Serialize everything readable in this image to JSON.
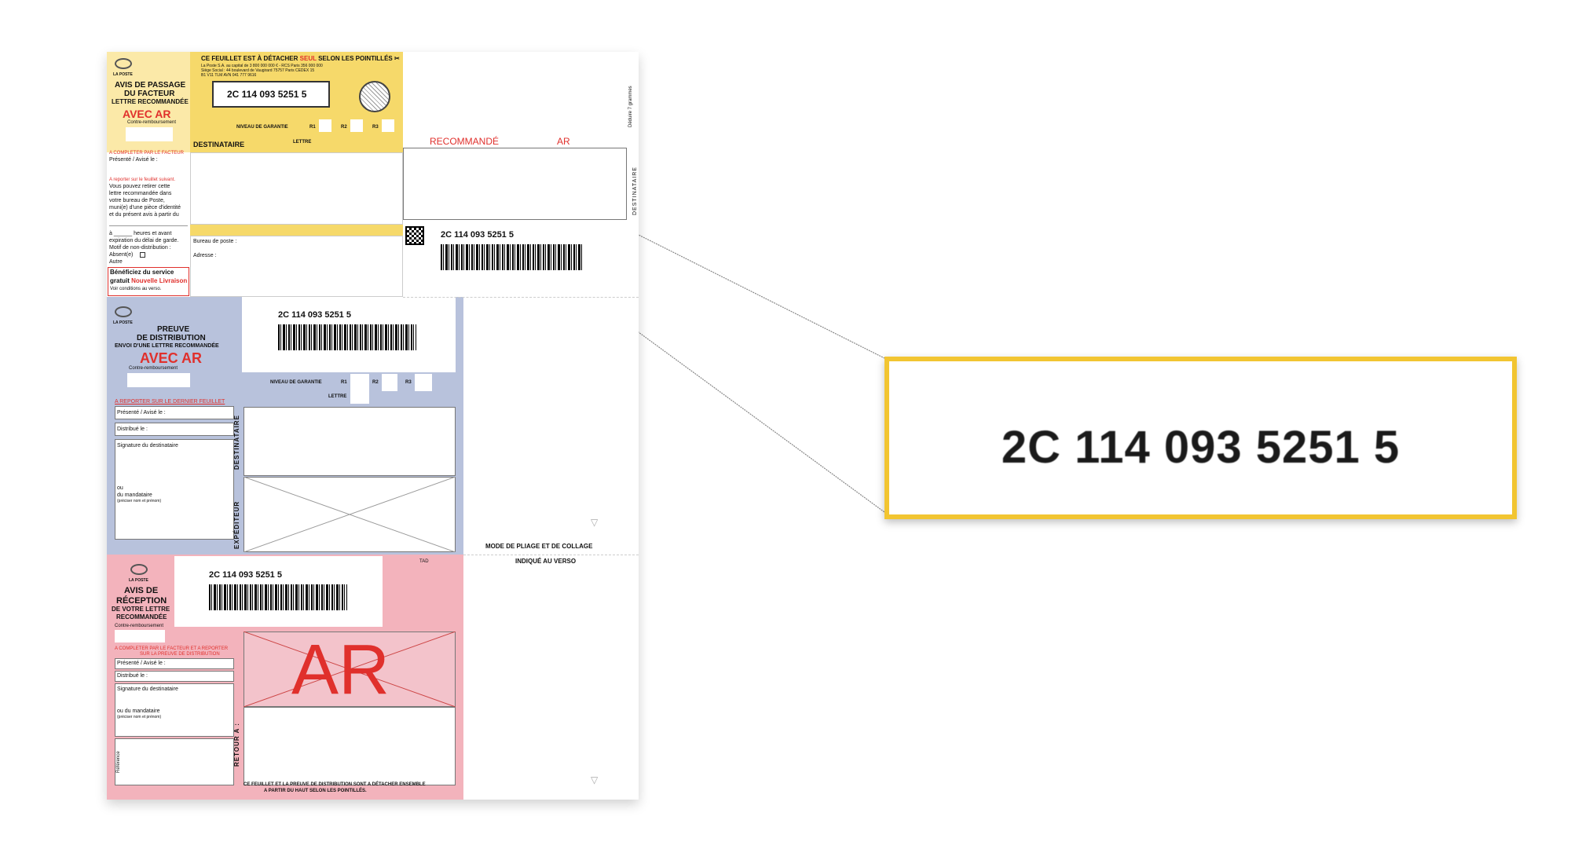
{
  "tracking_number": "2C 114 093 5251 5",
  "zoom": {
    "value": "2C 114 093 5251 5"
  },
  "colors": {
    "yellow": "#f6d96a",
    "blue": "#b8c2dc",
    "pink": "#f3b3bc",
    "red": "#e0302c",
    "zoom_border": "#f2c531"
  },
  "section1": {
    "brand": "LA POSTE",
    "title_line1": "AVIS DE PASSAGE",
    "title_line2": "DU FACTEUR",
    "title_line3": "LETTRE RECOMMANDÉE",
    "avec_ar": "AVEC AR",
    "contre_remboursement": "Contre-remboursement",
    "detach_notice_part1": "CE FEUILLET EST À DÉTACHER ",
    "detach_notice_seul": "SEUL",
    "detach_notice_part2": " SELON LES POINTILLÉS",
    "company_line1": "La Poste S.A. au capital de 3 800 000 000 € - RCS Paris 356 000 000",
    "company_line2": "Siège Social : 44 boulevard de Vaugirard 75757 Paris CEDEX 15",
    "company_line3": "B1 V11 TLM AVN 041 777 9616",
    "tracking": "2C 114 093 5251 5",
    "niveau_garantie": "NIVEAU DE GARANTIE",
    "r1": "R1",
    "r2": "R2",
    "r3": "R3",
    "destinataire": "DESTINATAIRE",
    "lettre": "LETTRE",
    "a_completer": "A COMPLETER PAR LE FACTEUR",
    "presente_avise": "Présenté / Avisé le :",
    "a_reporter": "A reporter sur le feuillet suivant.",
    "instructions_l1": "Vous pouvez retirer cette",
    "instructions_l2": "lettre recommandée dans",
    "instructions_l3": "votre bureau de Poste,",
    "instructions_l4": "muni(e) d'une pièce d'identité",
    "instructions_l5": "et du présent avis à partir du",
    "heures_l1": "à ______ heures et avant",
    "heures_l2": "expiration du délai de garde.",
    "motif": "Motif de non-distribution :",
    "absent": "Absent(e)",
    "autre": "Autre",
    "bureau_poste": "Bureau de poste :",
    "adresse": "Adresse :",
    "beneficiez": "Bénéficiez du service",
    "gratuit": "gratuit",
    "nouvelle_livraison": "Nouvelle Livraison",
    "voir_conditions": "Voir conditions au verso."
  },
  "right_panel": {
    "recommande": "RECOMMANDÉ",
    "ar": "AR",
    "destinataire_vertical": "DESTINATAIRE",
    "deduire": "Déduire 7 grammes",
    "tracking": "2C 114 093 5251 5",
    "pliage_line1": "MODE DE PLIAGE ET DE COLLAGE",
    "pliage_line2": "INDIQUÉ AU VERSO"
  },
  "section2": {
    "brand": "LA POSTE",
    "title_line1": "PREUVE",
    "title_line2": "DE DISTRIBUTION",
    "title_line3": "ENVOI D'UNE LETTRE RECOMMANDÉE",
    "avec_ar": "AVEC AR",
    "contre_remboursement": "Contre-remboursement",
    "tracking": "2C 114 093 5251 5",
    "niveau_garantie": "NIVEAU DE GARANTIE",
    "r1": "R1",
    "r2": "R2",
    "r3": "R3",
    "lettre": "LETTRE",
    "a_reporter": "A REPORTER SUR LE DERNIER FEUILLET",
    "presente_avise": "Présenté / Avisé le :",
    "distribue": "Distribué le :",
    "signature": "Signature du destinataire",
    "ou": "ou",
    "mandataire": "du mandataire",
    "preciser": "(préciser nom et prénom)",
    "destinataire_vertical": "DESTINATAIRE",
    "expediteur_vertical": "EXPÉDITEUR"
  },
  "section3": {
    "brand": "LA POSTE",
    "title_line1": "AVIS DE",
    "title_line2": "RÉCEPTION",
    "title_line3": "DE VOTRE LETTRE",
    "title_line4": "RECOMMANDÉE",
    "contre_remboursement": "Contre-remboursement",
    "tracking": "2C 114 093 5251 5",
    "tad": "TAD",
    "ar_big": "AR",
    "a_completer_l1": "A COMPLETER PAR LE FACTEUR ET A REPORTER",
    "a_completer_l2": "SUR LA PREUVE DE DISTRIBUTION",
    "presente_avise": "Présenté / Avisé le :",
    "distribue": "Distribué le :",
    "signature": "Signature du destinataire",
    "mandataire": "ou du mandataire",
    "preciser": "(préciser nom et prénom)",
    "reference_vertical": "Référence",
    "retour_vertical": "RETOUR A :",
    "footer_l1": "CE FEUILLET ET LA PREUVE DE DISTRIBUTION SONT A DÉTACHER ENSEMBLE",
    "footer_l2": "A PARTIR DU HAUT SELON LES POINTILLÉS."
  }
}
